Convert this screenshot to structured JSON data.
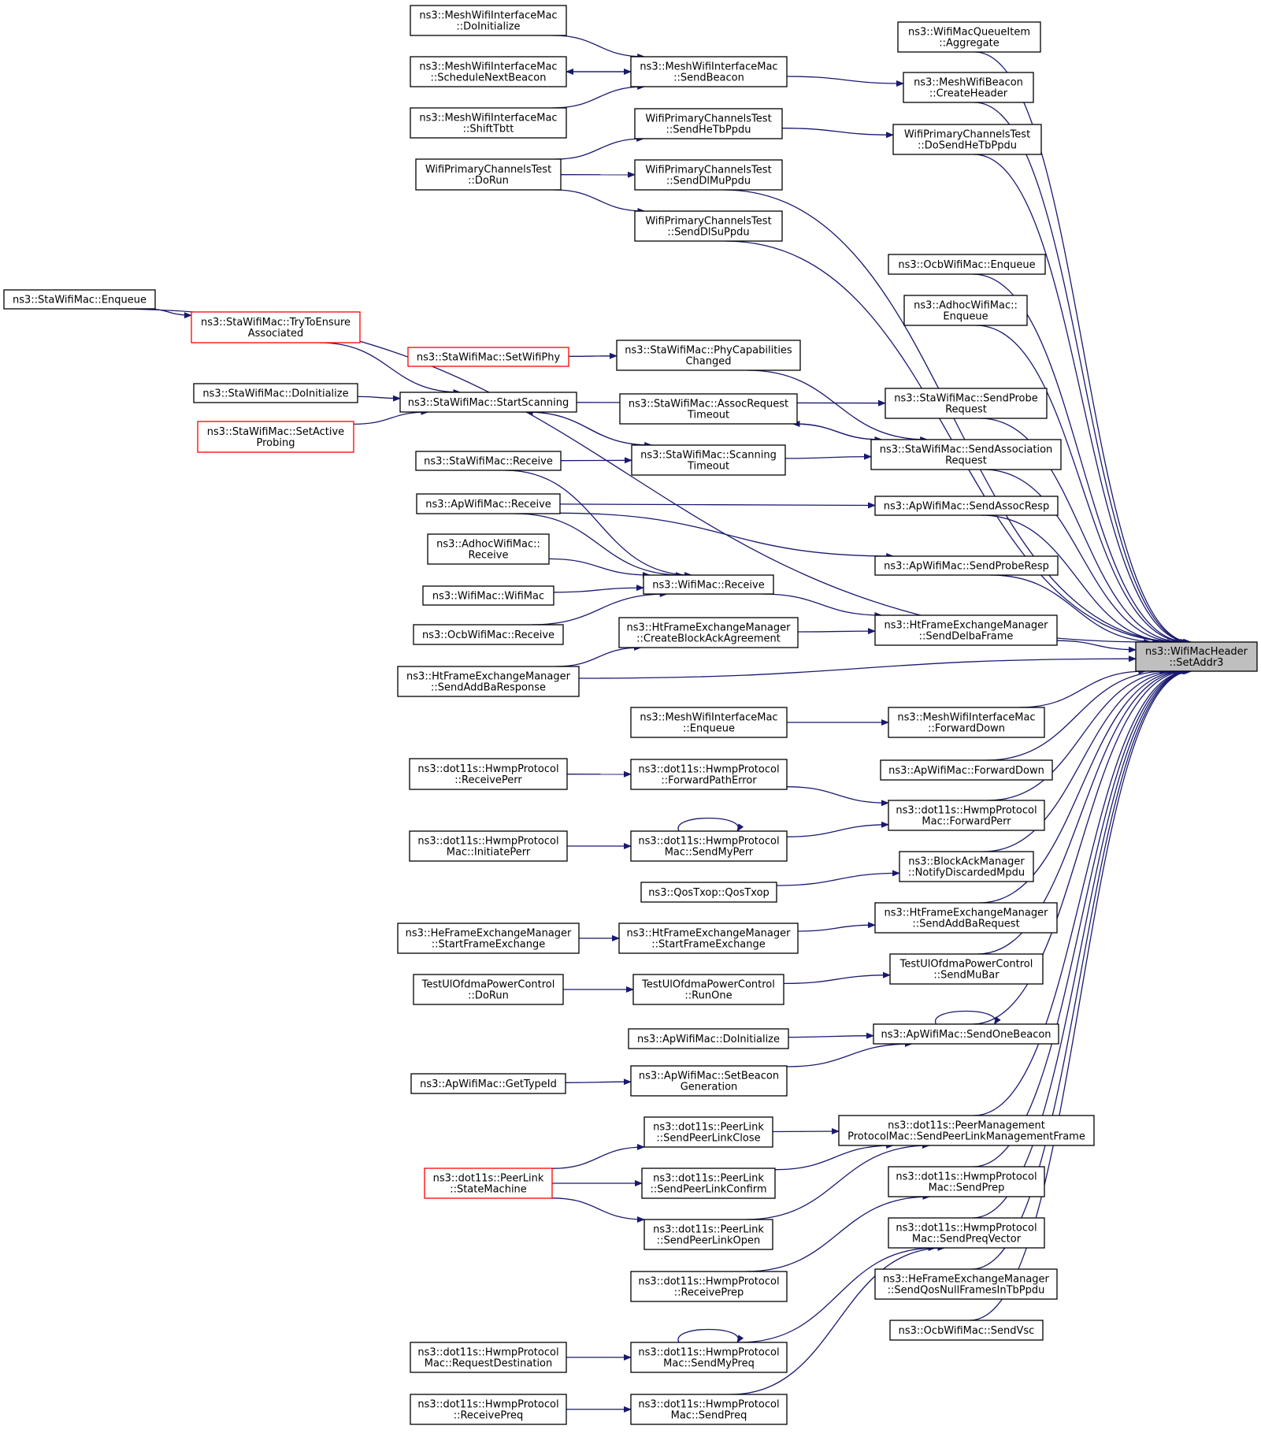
{
  "colors": {
    "edge": "#191970",
    "focus_fill": "#bfbfbf",
    "red_border": "#ff0000",
    "border": "#000000"
  },
  "nodes": [
    {
      "id": "setaddr3",
      "lines": [
        "ns3::WifiMacHeader",
        "::SetAddr3"
      ],
      "focus": true
    },
    {
      "id": "aggregate",
      "lines": [
        "ns3::WifiMacQueueItem",
        "::Aggregate"
      ]
    },
    {
      "id": "createheader",
      "lines": [
        "ns3::MeshWifiBeacon",
        "::CreateHeader"
      ]
    },
    {
      "id": "dosendhetb",
      "lines": [
        "WifiPrimaryChannelsTest",
        "::DoSendHeTbPpdu"
      ]
    },
    {
      "id": "ocbenqueue",
      "lines": [
        "ns3::OcbWifiMac::Enqueue"
      ]
    },
    {
      "id": "adhocenqueue",
      "lines": [
        "ns3::AdhocWifiMac::",
        "Enqueue"
      ]
    },
    {
      "id": "sendprobereq",
      "lines": [
        "ns3::StaWifiMac::SendProbe",
        "Request"
      ]
    },
    {
      "id": "sendassocreq",
      "lines": [
        "ns3::StaWifiMac::SendAssociation",
        "Request"
      ]
    },
    {
      "id": "sendassocresp",
      "lines": [
        "ns3::ApWifiMac::SendAssocResp"
      ]
    },
    {
      "id": "sendproberesp",
      "lines": [
        "ns3::ApWifiMac::SendProbeResp"
      ]
    },
    {
      "id": "senddelba",
      "lines": [
        "ns3::HtFrameExchangeManager",
        "::SendDelbaFrame"
      ]
    },
    {
      "id": "meshfwddown",
      "lines": [
        "ns3::MeshWifiInterfaceMac",
        "::ForwardDown"
      ]
    },
    {
      "id": "apfwddown",
      "lines": [
        "ns3::ApWifiMac::ForwardDown"
      ]
    },
    {
      "id": "macfwdperr",
      "lines": [
        "ns3::dot11s::HwmpProtocol",
        "Mac::ForwardPerr"
      ]
    },
    {
      "id": "notifydiscarded",
      "lines": [
        "ns3::BlockAckManager",
        "::NotifyDiscardedMpdu"
      ]
    },
    {
      "id": "sendaddbareq",
      "lines": [
        "ns3::HtFrameExchangeManager",
        "::SendAddBaRequest"
      ]
    },
    {
      "id": "sendmubar",
      "lines": [
        "TestUlOfdmaPowerControl",
        "::SendMuBar"
      ]
    },
    {
      "id": "sendonebeacon",
      "lines": [
        "ns3::ApWifiMac::SendOneBeacon"
      ]
    },
    {
      "id": "sendplmf",
      "lines": [
        "ns3::dot11s::PeerManagement",
        "ProtocolMac::SendPeerLinkManagementFrame"
      ]
    },
    {
      "id": "macsendprep",
      "lines": [
        "ns3::dot11s::HwmpProtocol",
        "Mac::SendPrep"
      ]
    },
    {
      "id": "macsendpreqvec",
      "lines": [
        "ns3::dot11s::HwmpProtocol",
        "Mac::SendPreqVector"
      ]
    },
    {
      "id": "sendqosnull",
      "lines": [
        "ns3::HeFrameExchangeManager",
        "::SendQosNullFramesInTbPpdu"
      ]
    },
    {
      "id": "ocbsendvsc",
      "lines": [
        "ns3::OcbWifiMac::SendVsc"
      ]
    },
    {
      "id": "meshsendbeacon",
      "lines": [
        "ns3::MeshWifiInterfaceMac",
        "::SendBeacon"
      ]
    },
    {
      "id": "sendhetb",
      "lines": [
        "WifiPrimaryChannelsTest",
        "::SendHeTbPpdu"
      ]
    },
    {
      "id": "senddlmu",
      "lines": [
        "WifiPrimaryChannelsTest",
        "::SendDlMuPpdu"
      ]
    },
    {
      "id": "senddlsu",
      "lines": [
        "WifiPrimaryChannelsTest",
        "::SendDlSuPpdu"
      ]
    },
    {
      "id": "phycap",
      "lines": [
        "ns3::StaWifiMac::PhyCapabilities",
        "Changed"
      ]
    },
    {
      "id": "assoctimeout",
      "lines": [
        "ns3::StaWifiMac::AssocRequest",
        "Timeout"
      ]
    },
    {
      "id": "scantimeout",
      "lines": [
        "ns3::StaWifiMac::Scanning",
        "Timeout"
      ]
    },
    {
      "id": "wifimacreceive",
      "lines": [
        "ns3::WifiMac::Receive"
      ]
    },
    {
      "id": "createblockack",
      "lines": [
        "ns3::HtFrameExchangeManager",
        "::CreateBlockAckAgreement"
      ]
    },
    {
      "id": "meshenqueue",
      "lines": [
        "ns3::MeshWifiInterfaceMac",
        "::Enqueue"
      ]
    },
    {
      "id": "fwdpatherr",
      "lines": [
        "ns3::dot11s::HwmpProtocol",
        "::ForwardPathError"
      ]
    },
    {
      "id": "macsendmyperr",
      "lines": [
        "ns3::dot11s::HwmpProtocol",
        "Mac::SendMyPerr"
      ]
    },
    {
      "id": "qostxop",
      "lines": [
        "ns3::QosTxop::QosTxop"
      ]
    },
    {
      "id": "htstartfe",
      "lines": [
        "ns3::HtFrameExchangeManager",
        "::StartFrameExchange"
      ]
    },
    {
      "id": "runone",
      "lines": [
        "TestUlOfdmaPowerControl",
        "::RunOne"
      ]
    },
    {
      "id": "apdoinit",
      "lines": [
        "ns3::ApWifiMac::DoInitialize"
      ]
    },
    {
      "id": "setbeacongen",
      "lines": [
        "ns3::ApWifiMac::SetBeacon",
        "Generation"
      ]
    },
    {
      "id": "plsendclose",
      "lines": [
        "ns3::dot11s::PeerLink",
        "::SendPeerLinkClose"
      ]
    },
    {
      "id": "plsendconfirm",
      "lines": [
        "ns3::dot11s::PeerLink",
        "::SendPeerLinkConfirm"
      ]
    },
    {
      "id": "plsendopen",
      "lines": [
        "ns3::dot11s::PeerLink",
        "::SendPeerLinkOpen"
      ]
    },
    {
      "id": "receiveprep",
      "lines": [
        "ns3::dot11s::HwmpProtocol",
        "::ReceivePrep"
      ]
    },
    {
      "id": "macsendmypreq",
      "lines": [
        "ns3::dot11s::HwmpProtocol",
        "Mac::SendMyPreq"
      ]
    },
    {
      "id": "macsendpreq",
      "lines": [
        "ns3::dot11s::HwmpProtocol",
        "Mac::SendPreq"
      ]
    },
    {
      "id": "meshdoinit",
      "lines": [
        "ns3::MeshWifiInterfaceMac",
        "::DoInitialize"
      ]
    },
    {
      "id": "meshschednext",
      "lines": [
        "ns3::MeshWifiInterfaceMac",
        "::ScheduleNextBeacon"
      ]
    },
    {
      "id": "meshshift",
      "lines": [
        "ns3::MeshWifiInterfaceMac",
        "::ShiftTbtt"
      ]
    },
    {
      "id": "primdorun",
      "lines": [
        "WifiPrimaryChannelsTest",
        "::DoRun"
      ]
    },
    {
      "id": "staenqueue",
      "lines": [
        "ns3::StaWifiMac::Enqueue"
      ]
    },
    {
      "id": "trytoensure",
      "lines": [
        "ns3::StaWifiMac::TryToEnsure",
        "Associated"
      ],
      "red": true
    },
    {
      "id": "setwifiphy",
      "lines": [
        "ns3::StaWifiMac::SetWifiPhy"
      ],
      "red": true
    },
    {
      "id": "stadoinit",
      "lines": [
        "ns3::StaWifiMac::DoInitialize"
      ]
    },
    {
      "id": "startscanning",
      "lines": [
        "ns3::StaWifiMac::StartScanning"
      ]
    },
    {
      "id": "setactiveprobing",
      "lines": [
        "ns3::StaWifiMac::SetActive",
        "Probing"
      ],
      "red": true
    },
    {
      "id": "stareceive",
      "lines": [
        "ns3::StaWifiMac::Receive"
      ]
    },
    {
      "id": "apreceive",
      "lines": [
        "ns3::ApWifiMac::Receive"
      ]
    },
    {
      "id": "adhocreceive",
      "lines": [
        "ns3::AdhocWifiMac::",
        "Receive"
      ]
    },
    {
      "id": "wifimacctor",
      "lines": [
        "ns3::WifiMac::WifiMac"
      ]
    },
    {
      "id": "ocbreceive",
      "lines": [
        "ns3::OcbWifiMac::Receive"
      ]
    },
    {
      "id": "sendaddbaresp",
      "lines": [
        "ns3::HtFrameExchangeManager",
        "::SendAddBaResponse"
      ]
    },
    {
      "id": "receiveperr",
      "lines": [
        "ns3::dot11s::HwmpProtocol",
        "::ReceivePerr"
      ]
    },
    {
      "id": "initiateperr",
      "lines": [
        "ns3::dot11s::HwmpProtocol",
        "Mac::InitiatePerr"
      ]
    },
    {
      "id": "hestartfe",
      "lines": [
        "ns3::HeFrameExchangeManager",
        "::StartFrameExchange"
      ]
    },
    {
      "id": "ulofdmadorun",
      "lines": [
        "TestUlOfdmaPowerControl",
        "::DoRun"
      ]
    },
    {
      "id": "apgettypeid",
      "lines": [
        "ns3::ApWifiMac::GetTypeId"
      ]
    },
    {
      "id": "plstatemachine",
      "lines": [
        "ns3::dot11s::PeerLink",
        "::StateMachine"
      ],
      "red": true
    },
    {
      "id": "requestdest",
      "lines": [
        "ns3::dot11s::HwmpProtocol",
        "Mac::RequestDestination"
      ]
    },
    {
      "id": "receivepreq",
      "lines": [
        "ns3::dot11s::HwmpProtocol",
        "::ReceivePreq"
      ]
    }
  ],
  "edges": [
    [
      "aggregate",
      "setaddr3"
    ],
    [
      "createheader",
      "setaddr3"
    ],
    [
      "dosendhetb",
      "setaddr3"
    ],
    [
      "senddlmu",
      "setaddr3"
    ],
    [
      "senddlsu",
      "setaddr3"
    ],
    [
      "ocbenqueue",
      "setaddr3"
    ],
    [
      "adhocenqueue",
      "setaddr3"
    ],
    [
      "staenqueue",
      "setaddr3"
    ],
    [
      "sendprobereq",
      "setaddr3"
    ],
    [
      "sendassocreq",
      "setaddr3"
    ],
    [
      "sendassocresp",
      "setaddr3"
    ],
    [
      "sendproberesp",
      "setaddr3"
    ],
    [
      "senddelba",
      "setaddr3"
    ],
    [
      "sendaddbaresp",
      "setaddr3"
    ],
    [
      "meshfwddown",
      "setaddr3"
    ],
    [
      "apfwddown",
      "setaddr3"
    ],
    [
      "macfwdperr",
      "setaddr3"
    ],
    [
      "notifydiscarded",
      "setaddr3"
    ],
    [
      "sendaddbareq",
      "setaddr3"
    ],
    [
      "sendmubar",
      "setaddr3"
    ],
    [
      "sendonebeacon",
      "setaddr3"
    ],
    [
      "sendplmf",
      "setaddr3"
    ],
    [
      "macsendprep",
      "setaddr3"
    ],
    [
      "macsendpreqvec",
      "setaddr3"
    ],
    [
      "sendqosnull",
      "setaddr3"
    ],
    [
      "ocbsendvsc",
      "setaddr3"
    ],
    [
      "meshsendbeacon",
      "createheader"
    ],
    [
      "meshdoinit",
      "meshsendbeacon"
    ],
    [
      "meshsendbeacon",
      "meshschednext"
    ],
    [
      "meshschednext",
      "meshsendbeacon"
    ],
    [
      "meshshift",
      "meshsendbeacon"
    ],
    [
      "sendhetb",
      "dosendhetb"
    ],
    [
      "primdorun",
      "sendhetb"
    ],
    [
      "primdorun",
      "senddlmu"
    ],
    [
      "primdorun",
      "senddlsu"
    ],
    [
      "staenqueue",
      "trytoensure"
    ],
    [
      "trytoensure",
      "startscanning"
    ],
    [
      "startscanning",
      "sendprobereq"
    ],
    [
      "setwifiphy",
      "phycap"
    ],
    [
      "phycap",
      "sendassocreq"
    ],
    [
      "stadoinit",
      "startscanning"
    ],
    [
      "setactiveprobing",
      "startscanning"
    ],
    [
      "sendassocreq",
      "assoctimeout"
    ],
    [
      "assoctimeout",
      "sendassocreq"
    ],
    [
      "startscanning",
      "scantimeout"
    ],
    [
      "scantimeout",
      "startscanning"
    ],
    [
      "scantimeout",
      "sendassocreq"
    ],
    [
      "stareceive",
      "scantimeout"
    ],
    [
      "apreceive",
      "sendassocresp"
    ],
    [
      "apreceive",
      "sendproberesp"
    ],
    [
      "apreceive",
      "wifimacreceive"
    ],
    [
      "stareceive",
      "wifimacreceive"
    ],
    [
      "adhocreceive",
      "wifimacreceive"
    ],
    [
      "wifimacctor",
      "wifimacreceive"
    ],
    [
      "ocbreceive",
      "wifimacreceive"
    ],
    [
      "wifimacreceive",
      "senddelba"
    ],
    [
      "createblockack",
      "senddelba"
    ],
    [
      "sendaddbaresp",
      "createblockack"
    ],
    [
      "meshenqueue",
      "meshfwddown"
    ],
    [
      "receiveperr",
      "fwdpatherr"
    ],
    [
      "fwdpatherr",
      "macfwdperr"
    ],
    [
      "initiateperr",
      "macsendmyperr"
    ],
    [
      "macsendmyperr",
      "macfwdperr"
    ],
    [
      "macsendmyperr",
      "macsendmyperr"
    ],
    [
      "qostxop",
      "notifydiscarded"
    ],
    [
      "hestartfe",
      "htstartfe"
    ],
    [
      "htstartfe",
      "sendaddbareq"
    ],
    [
      "ulofdmadorun",
      "runone"
    ],
    [
      "runone",
      "sendmubar"
    ],
    [
      "apdoinit",
      "sendonebeacon"
    ],
    [
      "sendonebeacon",
      "sendonebeacon"
    ],
    [
      "apgettypeid",
      "setbeacongen"
    ],
    [
      "setbeacongen",
      "sendonebeacon"
    ],
    [
      "plsendclose",
      "sendplmf"
    ],
    [
      "plsendconfirm",
      "sendplmf"
    ],
    [
      "plsendopen",
      "sendplmf"
    ],
    [
      "plstatemachine",
      "plsendclose"
    ],
    [
      "plstatemachine",
      "plsendconfirm"
    ],
    [
      "plstatemachine",
      "plsendopen"
    ],
    [
      "receiveprep",
      "macsendprep"
    ],
    [
      "macsendmypreq",
      "macsendpreqvec"
    ],
    [
      "macsendpreq",
      "macsendpreqvec"
    ],
    [
      "macsendmypreq",
      "macsendmypreq"
    ],
    [
      "requestdest",
      "macsendmypreq"
    ],
    [
      "receivepreq",
      "macsendpreq"
    ]
  ]
}
